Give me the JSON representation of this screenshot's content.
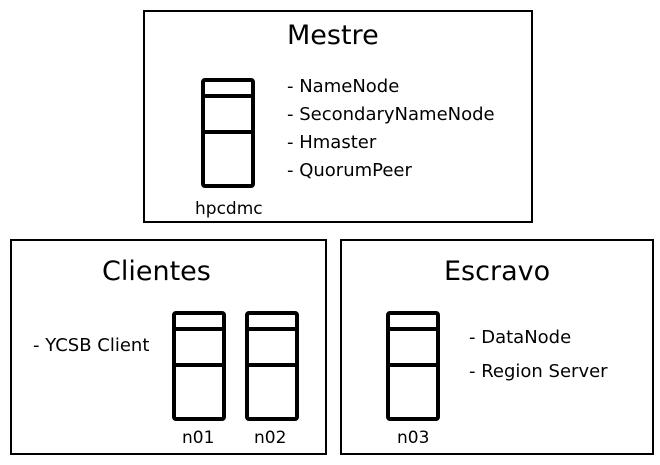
{
  "master": {
    "title": "Mestre",
    "roles": [
      "- NameNode",
      "- SecondaryNameNode",
      "- Hmaster",
      "- QuorumPeer"
    ],
    "server_label": "hpcdmc"
  },
  "clients": {
    "title": "Clientes",
    "roles": [
      "- YCSB Client"
    ],
    "server_labels": [
      "n01",
      "n02"
    ]
  },
  "slave": {
    "title": "Escravo",
    "roles": [
      "- DataNode",
      "- Region Server"
    ],
    "server_label": "n03"
  },
  "colors": {
    "stroke": "#000000",
    "background": "#ffffff"
  },
  "icons": {
    "server": "server-tower-icon"
  }
}
